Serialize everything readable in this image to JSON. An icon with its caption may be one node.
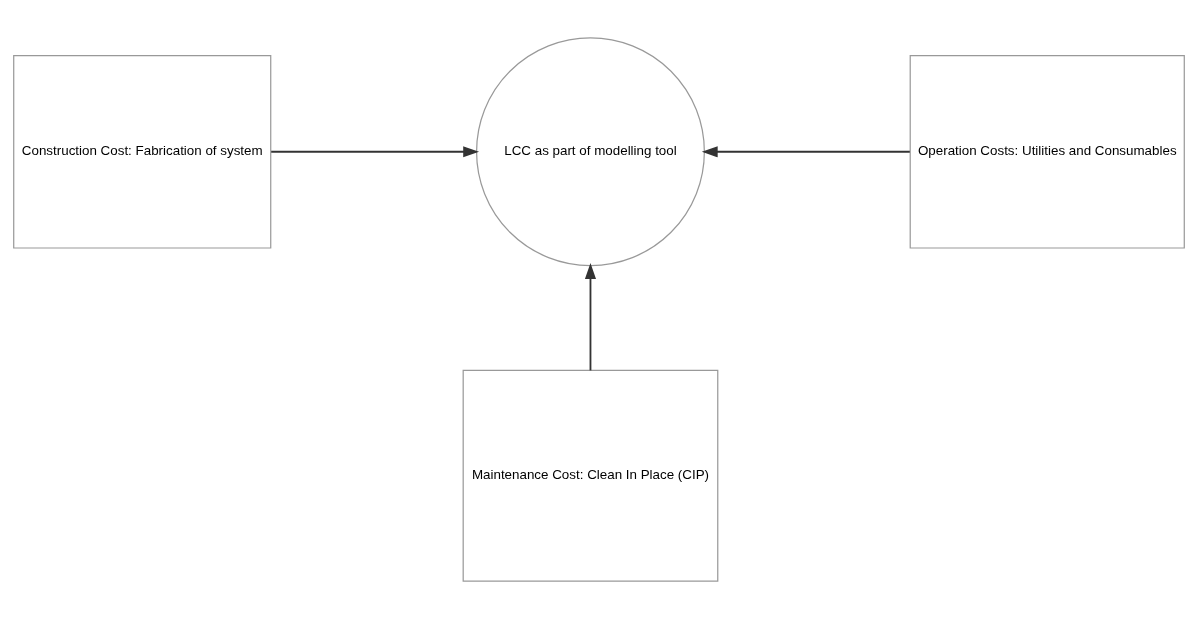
{
  "diagram": {
    "nodes": [
      {
        "text": [
          "Construction Cost: Fabrication of system"
        ]
      },
      {
        "text": [
          "LCC as part of modelling tool"
        ]
      },
      {
        "text": [
          "Operation Costs: Utilities and Consumables"
        ]
      },
      {
        "text": [
          "Maintenance Cost: Clean In Place (CIP)"
        ]
      }
    ],
    "edges": [
      {
        "from": 0,
        "to": 1,
        "arrow": "to"
      },
      {
        "from": 2,
        "to": 1,
        "arrow": "to"
      },
      {
        "from": 3,
        "to": 1,
        "arrow": "to"
      }
    ]
  }
}
